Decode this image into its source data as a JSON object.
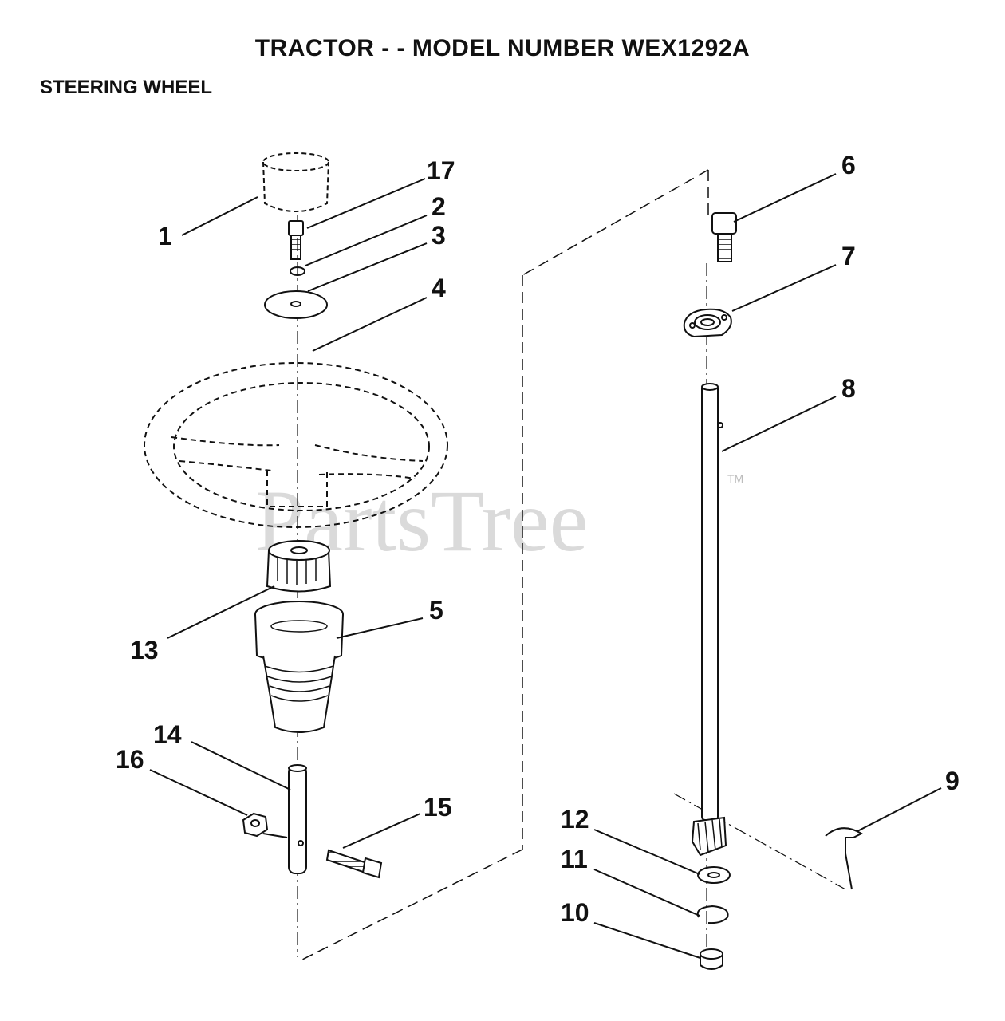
{
  "header": {
    "title": "TRACTOR - - MODEL NUMBER WEX1292A",
    "subtitle": "STEERING WHEEL"
  },
  "watermark": {
    "text": "PartsTree",
    "tm": "TM"
  },
  "callouts": [
    "1",
    "2",
    "3",
    "4",
    "5",
    "6",
    "7",
    "8",
    "9",
    "10",
    "11",
    "12",
    "13",
    "14",
    "15",
    "16",
    "17"
  ]
}
